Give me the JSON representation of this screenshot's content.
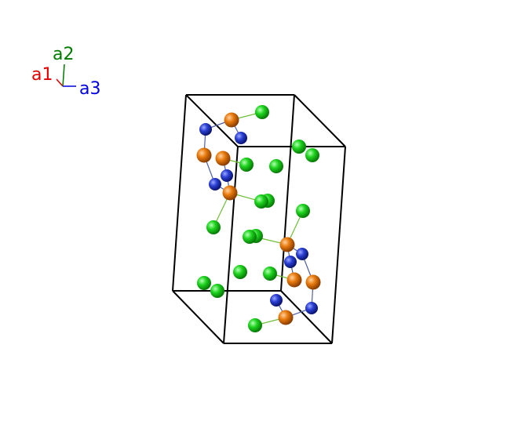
{
  "axes_indicator": {
    "a1": {
      "label": "a1",
      "color": "#e00000"
    },
    "a2": {
      "label": "a2",
      "color": "#007a00"
    },
    "a3": {
      "label": "a3",
      "color": "#0000e0"
    }
  },
  "cell_edge_color": "#000000",
  "atom_colors": {
    "orange": "#e87a0c",
    "blue": "#2a3fd4",
    "green": "#1ed41e"
  },
  "bond_colors": {
    "orange-green": "#6fbf3a",
    "orange-blue": "#5060a0",
    "blue-blue": "#3040b0"
  }
}
